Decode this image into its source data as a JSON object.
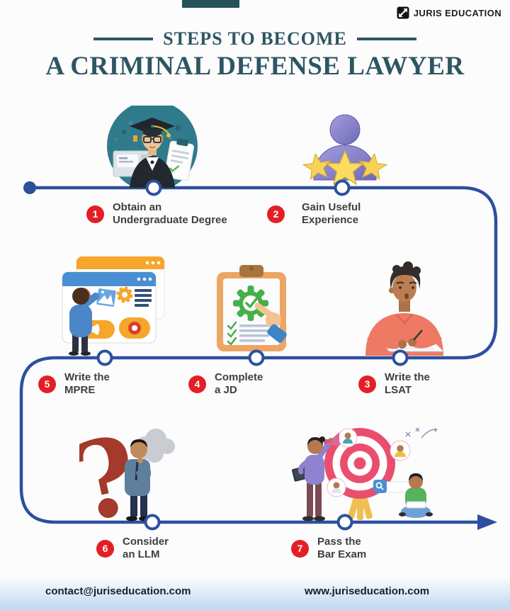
{
  "brand": {
    "name": "JURIS EDUCATION"
  },
  "header": {
    "eyebrow": "STEPS TO BECOME",
    "title": "A CRIMINAL DEFENSE LAWYER"
  },
  "steps": [
    {
      "number": "1",
      "line1": "Obtain an",
      "line2": "Undergraduate Degree",
      "illustration": "graduation-cap-student"
    },
    {
      "number": "2",
      "line1": "Gain Useful",
      "line2": "Experience",
      "illustration": "person-with-stars"
    },
    {
      "number": "3",
      "line1": "Write the",
      "line2": "LSAT",
      "illustration": "student-writing-exam"
    },
    {
      "number": "4",
      "line1": "Complete",
      "line2": "a JD",
      "illustration": "clipboard-checklist"
    },
    {
      "number": "5",
      "line1": "Write the",
      "line2": "MPRE",
      "illustration": "person-browser-windows"
    },
    {
      "number": "6",
      "line1": "Consider",
      "line2": "an LLM",
      "illustration": "thinking-question-mark"
    },
    {
      "number": "7",
      "line1": "Pass the",
      "line2": "Bar Exam",
      "illustration": "team-dartboard-target"
    }
  ],
  "footer": {
    "email": "contact@juriseducation.com",
    "website": "www.juriseducation.com"
  },
  "colors": {
    "title_teal": "#2e5562",
    "path_blue": "#2d4f9e",
    "badge_red": "#e41e26",
    "label_gray": "#3f3f3f"
  }
}
